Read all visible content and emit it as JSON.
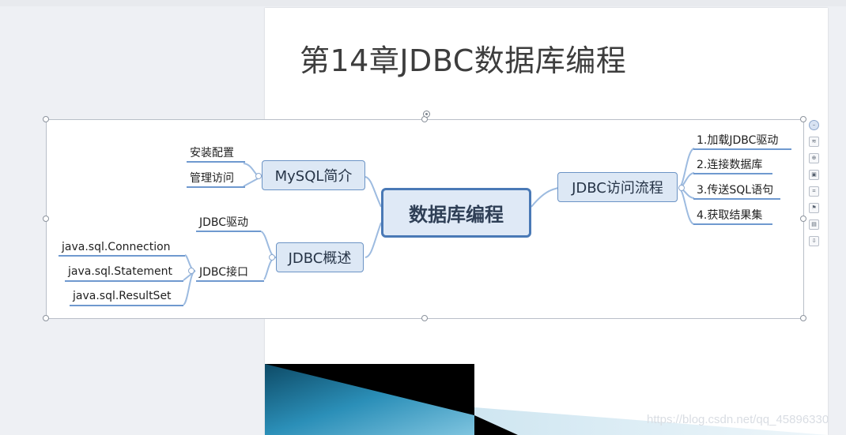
{
  "slide": {
    "title": "第14章JDBC数据库编程"
  },
  "mindmap": {
    "central": "数据库编程",
    "branches": {
      "mysql": {
        "label": "MySQL简介",
        "leaves": [
          "安装配置",
          "管理访问"
        ]
      },
      "jdbc_overview": {
        "label": "JDBC概述",
        "leaves": [
          "JDBC驱动",
          "JDBC接口"
        ],
        "interface_children": [
          "java.sql.Connection",
          "java.sql.Statement",
          "java.sql.ResultSet"
        ]
      },
      "jdbc_flow": {
        "label": "JDBC访问流程",
        "leaves": [
          "1.加载JDBC驱动",
          "2.连接数据库",
          "3.传送SQL语句",
          "4.获取结果集"
        ]
      }
    }
  },
  "side_toolbar": [
    "minimize-icon",
    "layers-icon",
    "zoom-in-icon",
    "fit-icon",
    "crop-icon",
    "format-painter-icon",
    "copy-style-icon",
    "export-icon"
  ],
  "watermark": "https://blog.csdn.net/qq_45896330",
  "colors": {
    "node_fill": "#dde8f5",
    "node_border": "#6b93c5",
    "central_border": "#4a79b6",
    "connector": "#9dbbe0"
  }
}
